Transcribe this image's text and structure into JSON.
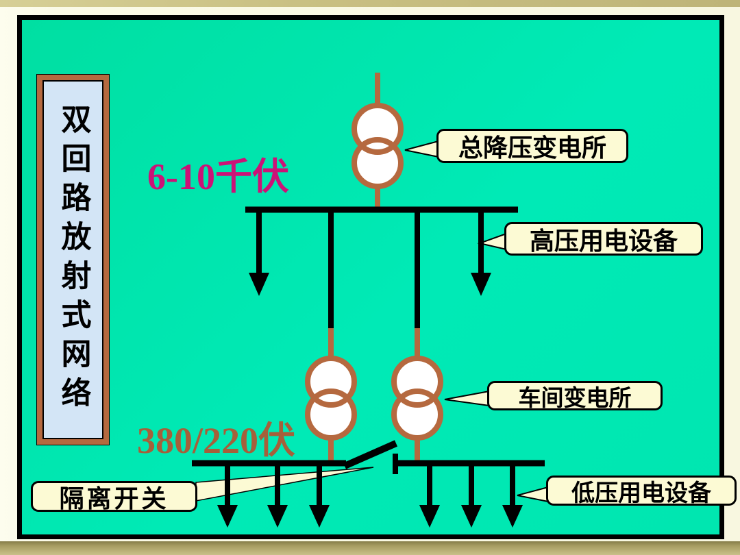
{
  "slide": {
    "title_box": {
      "text": "双回路放射式网络"
    },
    "voltage_labels": {
      "hv": "6-10千伏",
      "lv": "380/220伏"
    },
    "callouts": {
      "main_substation": "总降压变电所",
      "hv_equipment": "高压用电设备",
      "workshop_substation": "车间变电所",
      "lv_equipment": "低压用电设备",
      "isolating_switch": "隔离开关"
    },
    "icons": {
      "transformer": "two-overlapping-circles",
      "load": "filled-downward-arrow",
      "disconnector": "open-knife-switch-blade",
      "callout_pointer": "tapered-wedge-tail"
    },
    "colors": {
      "slide_margin_cream": "#fafae6",
      "band_khaki": "#c9c083",
      "panel_teal": "#00e7b0",
      "line_black": "#000000",
      "transformer_brown": "#b5693f",
      "callout_fill": "#fcfad4",
      "title_fill_blue": "#d3e5f6",
      "hv_label_magenta": "#cc1277",
      "lv_label_brown": "#a5603a"
    }
  }
}
